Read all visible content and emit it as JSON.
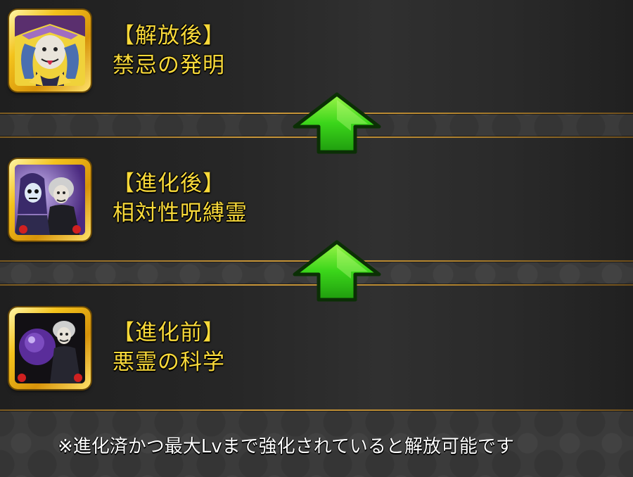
{
  "evolution_chain": [
    {
      "stage_label": "【解放後】",
      "character_name": "禁忌の発明",
      "icon": "character-portrait-released-icon"
    },
    {
      "stage_label": "【進化後】",
      "character_name": "相対性呪縛霊",
      "icon": "character-portrait-evolved-icon"
    },
    {
      "stage_label": "【進化前】",
      "character_name": "悪霊の科学",
      "icon": "character-portrait-base-icon"
    }
  ],
  "arrows": [
    "green-up-arrow-icon",
    "green-up-arrow-icon"
  ],
  "footnote": "※進化済かつ最大Lvまで強化されていると解放可能です",
  "colors": {
    "stage_text": "#f8d93a",
    "frame_gold": "#f3c21c",
    "arrow_green": "#3bd61a",
    "panel_border": "#c9973a"
  }
}
